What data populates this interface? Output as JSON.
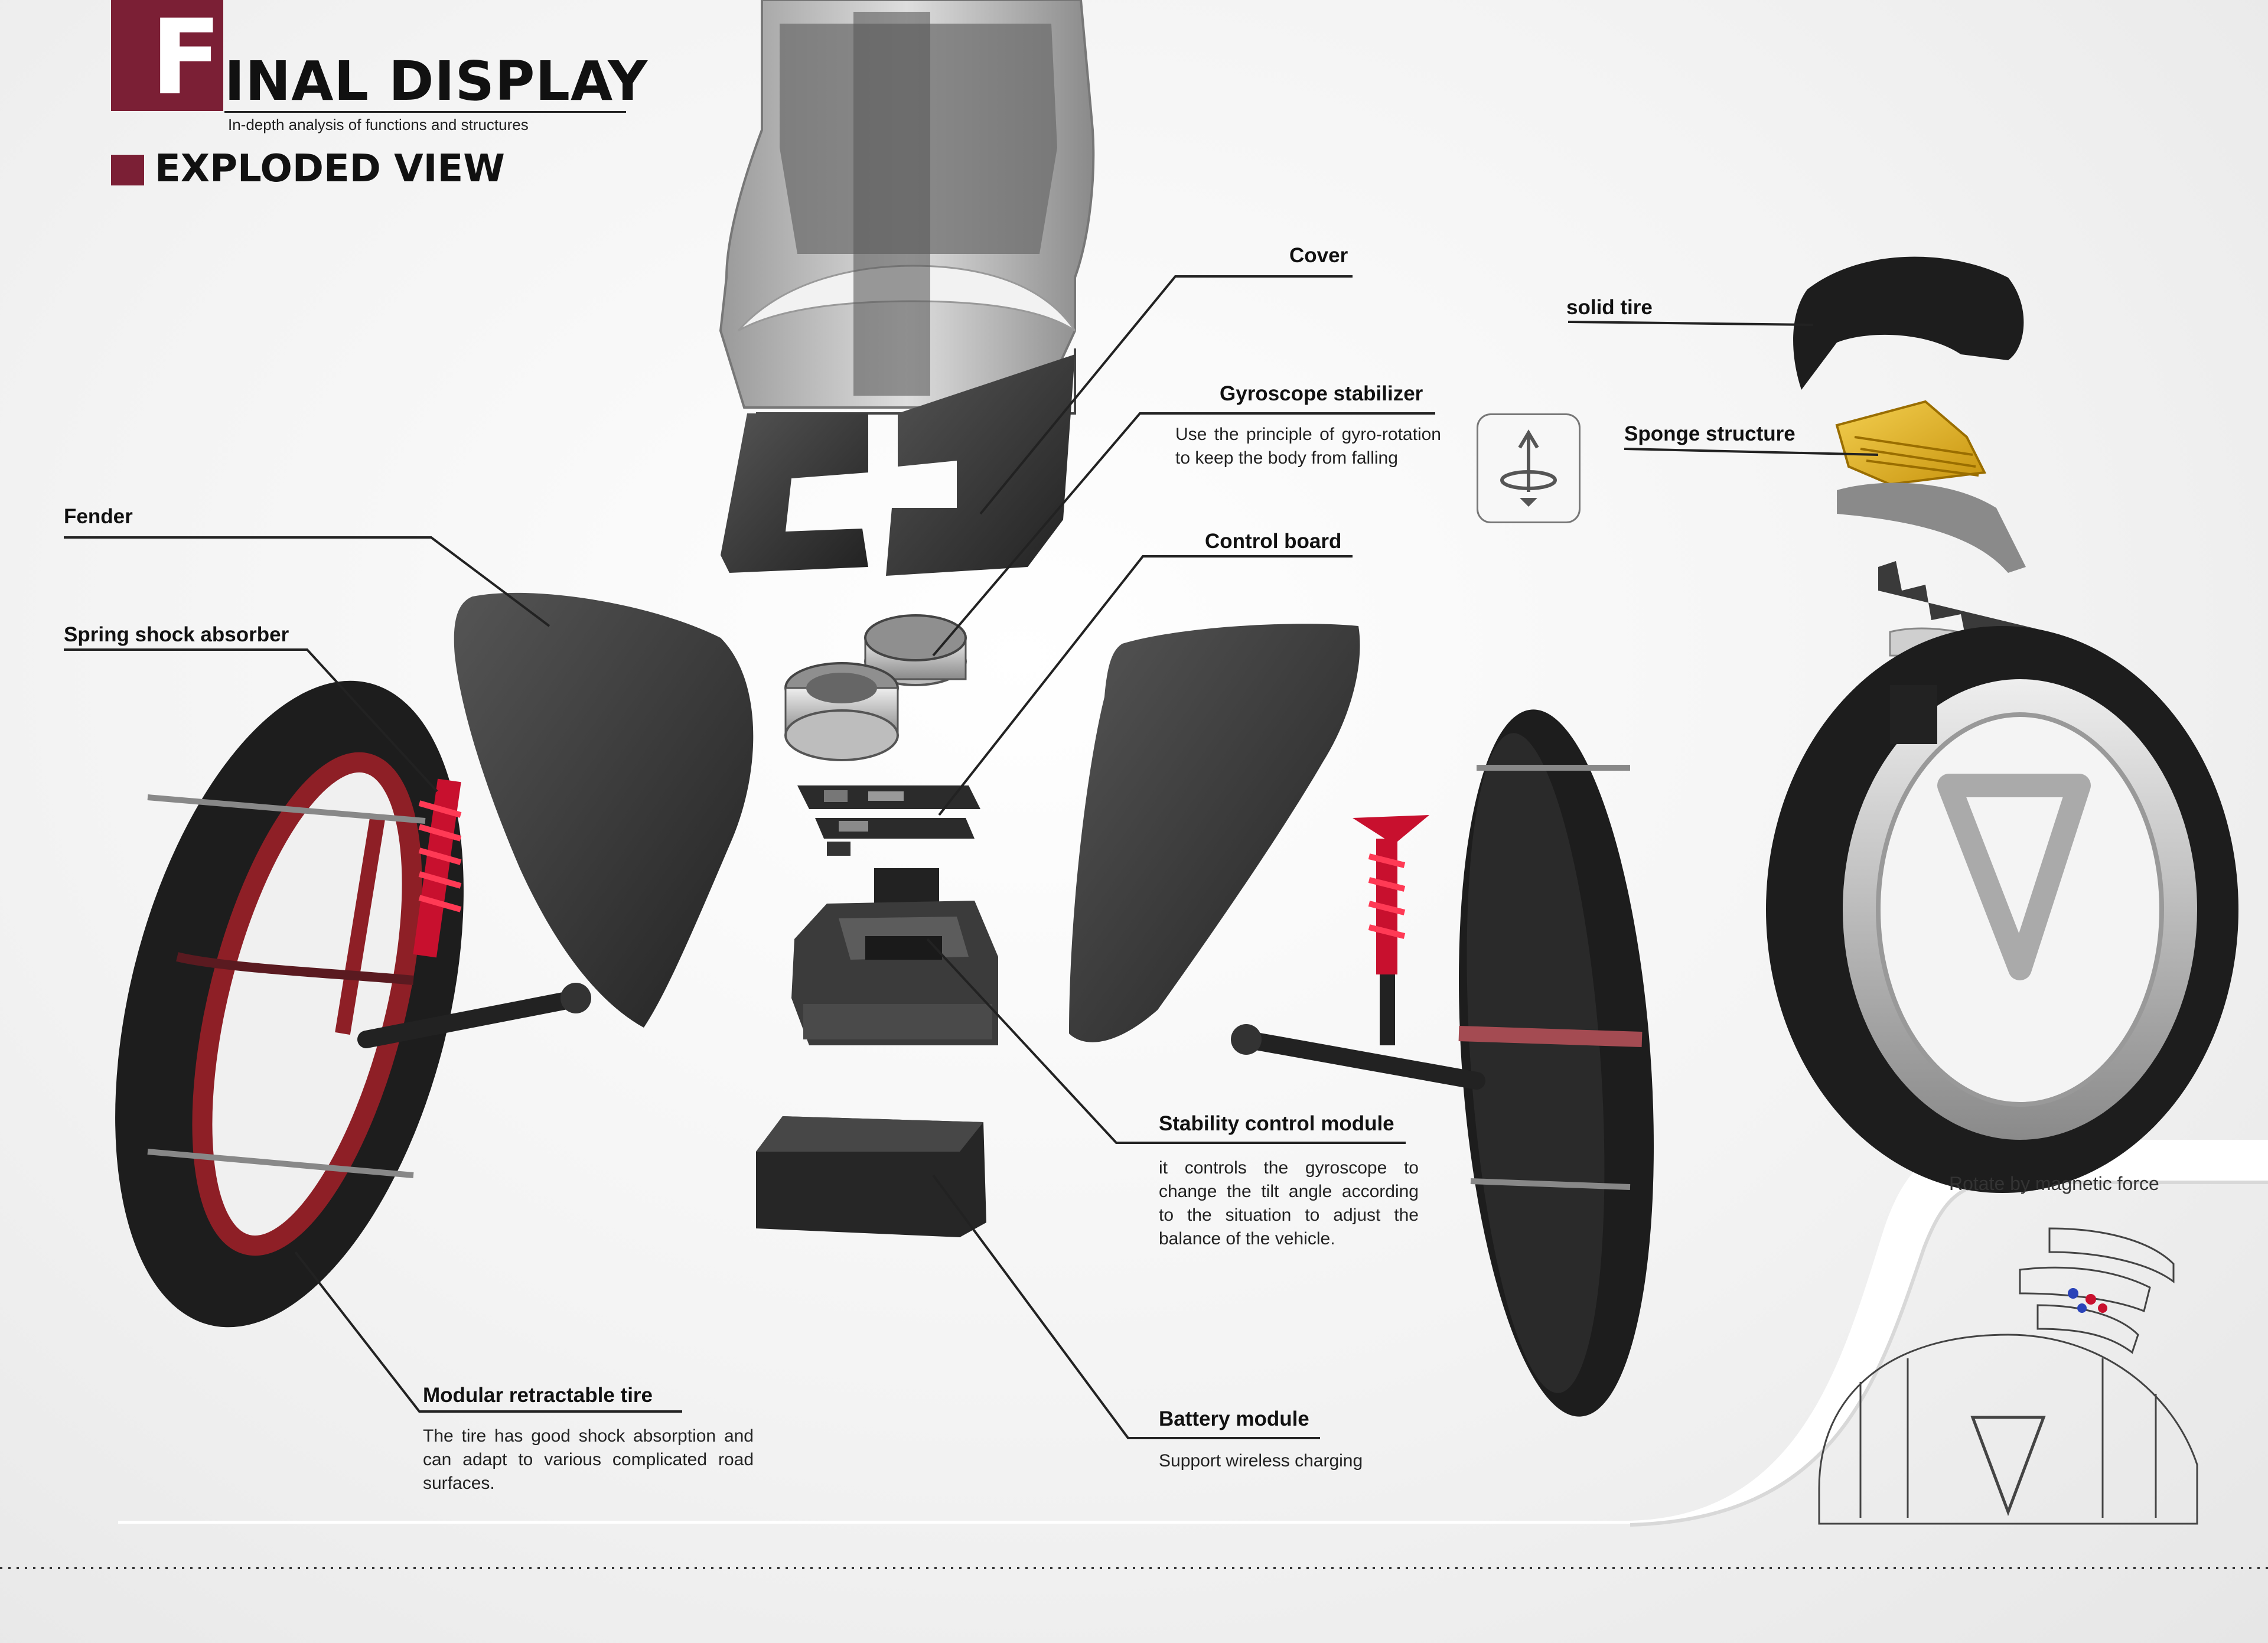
{
  "header": {
    "title_initial": "F",
    "title_rest": "INAL DISPLAY",
    "subtitle": "In-depth analysis of functions and structures",
    "section_title": "EXPLODED VIEW"
  },
  "callouts": {
    "cover": {
      "label": "Cover"
    },
    "gyroscope": {
      "label": "Gyroscope stabilizer",
      "description": "Use the principle of gyro-rotation to keep the body from falling"
    },
    "control_board": {
      "label": "Control board"
    },
    "fender": {
      "label": "Fender"
    },
    "spring": {
      "label": "Spring shock absorber"
    },
    "stability": {
      "label": "Stability control module",
      "description": "it controls the gyroscope to change the tilt angle according to the situation to adjust the balance of the vehicle."
    },
    "battery": {
      "label": "Battery module",
      "description": "Support wireless charging"
    },
    "tire": {
      "label": "Modular retractable tire",
      "description": "The tire has good shock absorption and can adapt to various complicated road surfaces."
    },
    "solid_tire": {
      "label": "solid tire"
    },
    "sponge": {
      "label": "Sponge structure"
    }
  },
  "inset": {
    "caption": "Rotate by magnetic force"
  },
  "colors": {
    "brand": "#7b1f35",
    "tire": "#1d1d1d",
    "rim": "#8e1f26",
    "spring": "#c8102e",
    "sponge": "#e2b21c",
    "shell": "#c9c9c9",
    "panel": "#3b3b3b"
  },
  "icons": {
    "gyro_badge": "rotation-arrow-icon"
  }
}
